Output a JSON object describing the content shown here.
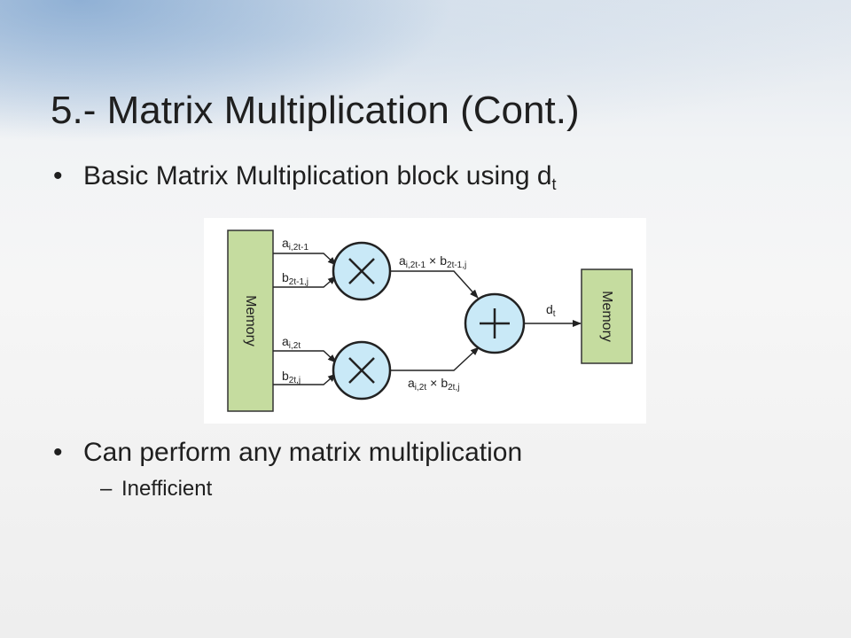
{
  "slide": {
    "title": "5.- Matrix Multiplication (Cont.)",
    "bullet1": {
      "marker": "•",
      "text": "Basic Matrix Multiplication block using d",
      "sub": "t"
    },
    "bullet2": {
      "marker": "•",
      "text": "Can perform any matrix multiplication"
    },
    "subbullet": {
      "marker": "–",
      "text": "Inefficient"
    }
  },
  "diagram": {
    "memory_left": "Memory",
    "memory_right": "Memory",
    "in1_a": {
      "base": "a",
      "sub": "i,2t-1"
    },
    "in1_b": {
      "base": "b",
      "sub": "2t-1,j"
    },
    "in2_a": {
      "base": "a",
      "sub": "i,2t"
    },
    "in2_b": {
      "base": "b",
      "sub": "2t,j"
    },
    "prod1": {
      "a": "a",
      "a_sub": "i,2t-1",
      "op": "×",
      "b": "b",
      "b_sub": "2t-1,j"
    },
    "prod2": {
      "a": "a",
      "a_sub": "i,2t",
      "op": "×",
      "b": "b",
      "b_sub": "2t,j"
    },
    "out": {
      "base": "d",
      "sub": "t"
    },
    "colors": {
      "memory_fill": "#c5dc9f",
      "operator_fill": "#c9e9f7",
      "stroke": "#222222"
    }
  }
}
